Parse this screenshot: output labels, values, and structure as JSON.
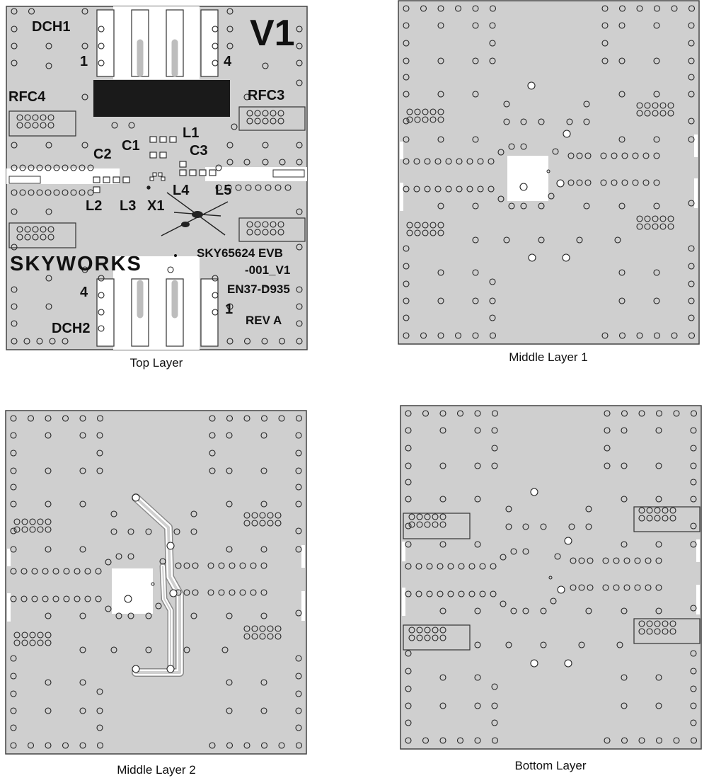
{
  "colors": {
    "board": "#cfcfcf",
    "outline": "#444444",
    "copper_open": "#ffffff",
    "via_ring": "#222222",
    "silkscreen": "#111111",
    "solder_block": "#1a1a1a",
    "trace_light": "#bdbdbd"
  },
  "panels": {
    "top": {
      "caption": "Top Layer",
      "labels": {
        "dch1": "DCH1",
        "dch2": "DCH2",
        "v1": "V1",
        "rfc4": "RFC4",
        "rfc3": "RFC3",
        "c1": "C1",
        "c2": "C2",
        "c3": "C3",
        "l1": "L1",
        "l2": "L2",
        "l3": "L3",
        "l4": "L4",
        "l5": "L5",
        "x1": "X1",
        "pin1_top": "1",
        "pin4_top": "4",
        "pin4_bottom": "4",
        "pin1_bottom": "1",
        "logo": "SKYWORKS",
        "model_line1": "SKY65624 EVB",
        "model_line2": "-001_V1",
        "part_number": "EN37-D935",
        "revision": "REV A"
      },
      "icons": [
        "skyworks-logo-icon"
      ]
    },
    "mid1": {
      "caption": "Middle Layer 1"
    },
    "mid2": {
      "caption": "Middle Layer 2"
    },
    "bottom": {
      "caption": "Bottom Layer"
    }
  }
}
